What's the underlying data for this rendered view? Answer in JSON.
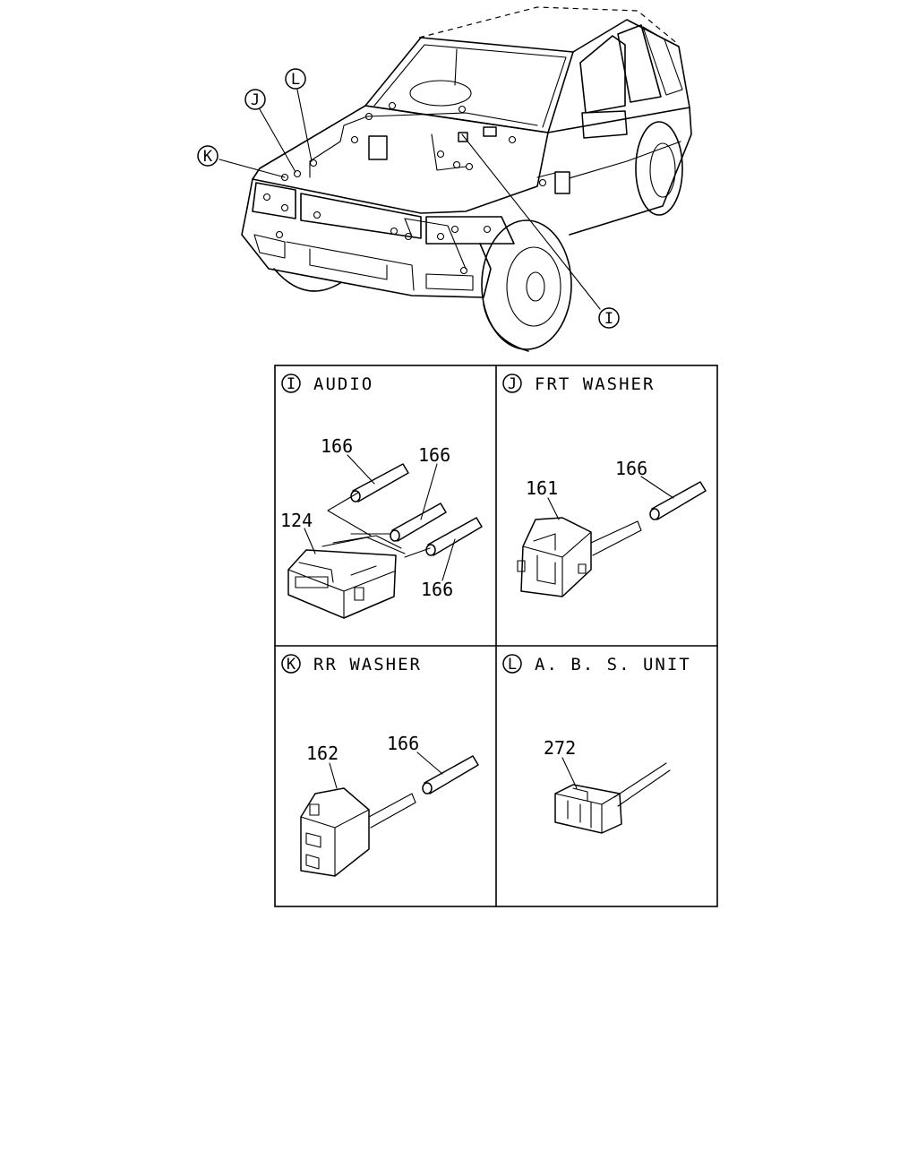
{
  "overview_callouts": {
    "k": "K",
    "j": "J",
    "l": "L",
    "i": "I"
  },
  "panels": [
    {
      "letter": "I",
      "title": "AUDIO",
      "parts": [
        "166",
        "166",
        "124",
        "166"
      ]
    },
    {
      "letter": "J",
      "title": "FRT WASHER",
      "parts": [
        "161",
        "166"
      ]
    },
    {
      "letter": "K",
      "title": "RR WASHER",
      "parts": [
        "162",
        "166"
      ]
    },
    {
      "letter": "L",
      "title": "A. B. S. UNIT",
      "parts": [
        "272"
      ]
    }
  ]
}
